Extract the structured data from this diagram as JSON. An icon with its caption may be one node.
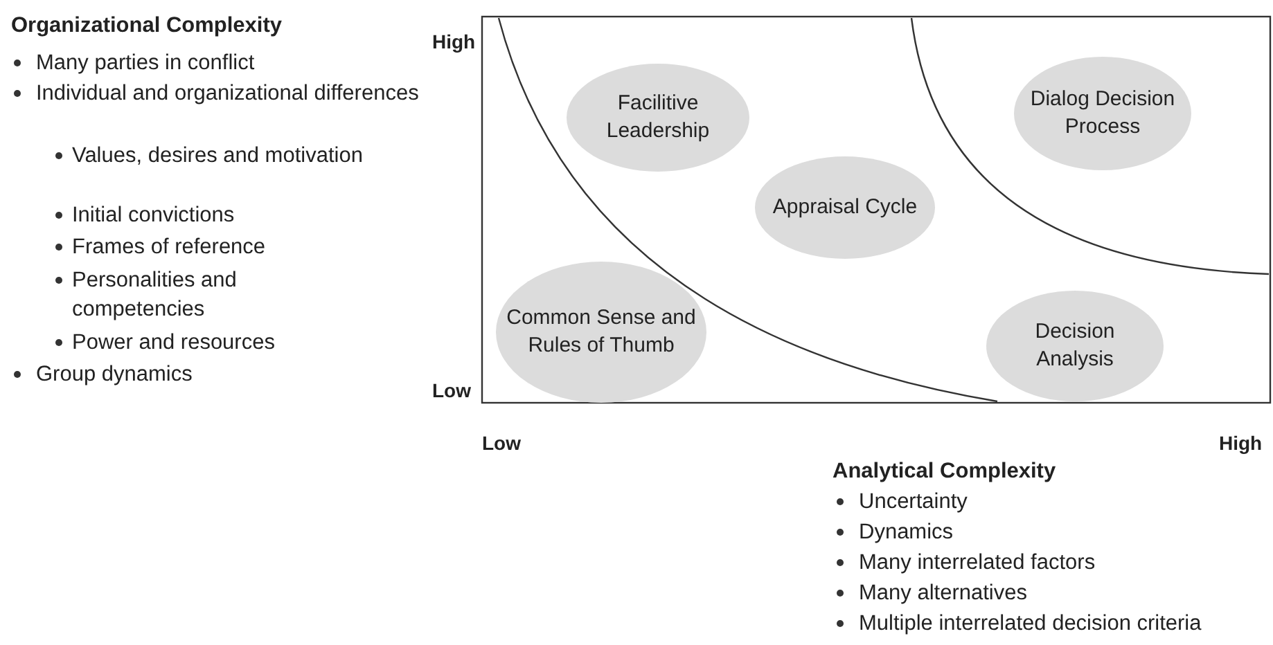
{
  "diagram": {
    "nodes": [
      {
        "text": [
          "Facilitive Leadership"
        ]
      },
      {
        "text": [
          "Dialog Decision Process"
        ]
      },
      {
        "text": [
          "Appraisal Cycle"
        ]
      },
      {
        "text": [
          "Common Sense and Rules of Thumb"
        ]
      },
      {
        "text": [
          "Decision Analysis"
        ]
      }
    ],
    "edges": [],
    "labels": [
      "Organizational Complexity",
      "Many parties in conflict",
      "Individual and organizational differences",
      "Values, desires and motivation",
      "Initial convictions",
      "Frames of reference",
      "Personalities and competencies",
      "Power and resources",
      "Group  dynamics",
      "High",
      "Low",
      "Low",
      "High",
      "Analytical Complexity",
      "Uncertainty",
      "Dynamics",
      "Many interrelated factors",
      "Many alternatives",
      "Multiple interrelated decision criteria"
    ]
  }
}
